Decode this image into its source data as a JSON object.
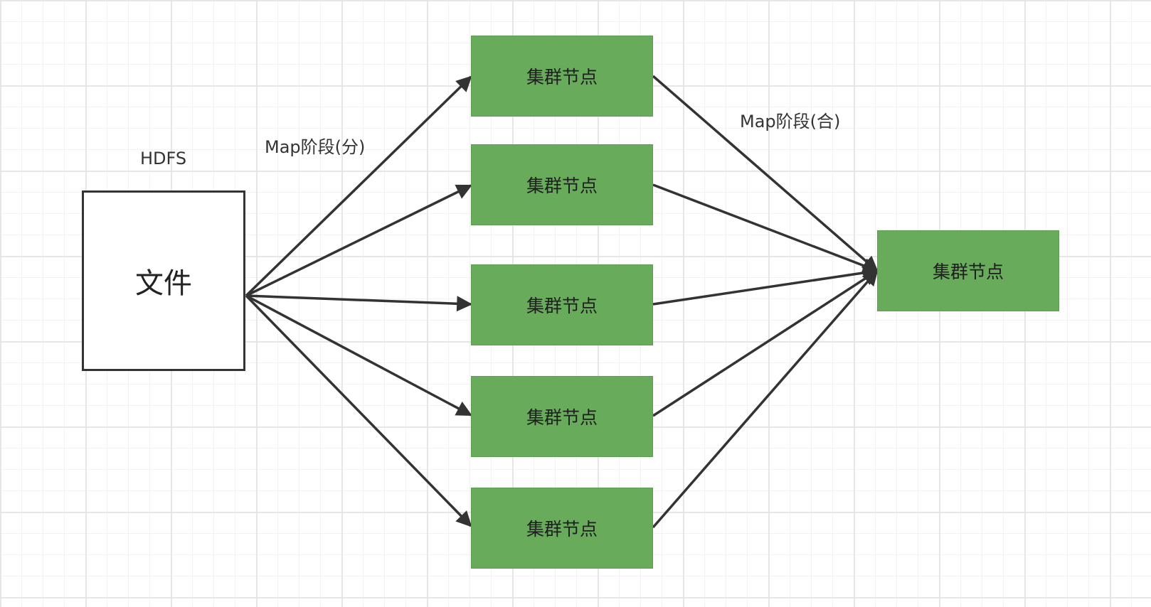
{
  "labels": {
    "hdfs": "HDFS",
    "map_split": "Map阶段(分)",
    "map_merge": "Map阶段(合)"
  },
  "file": {
    "label": "文件"
  },
  "nodes": [
    {
      "label": "集群节点"
    },
    {
      "label": "集群节点"
    },
    {
      "label": "集群节点"
    },
    {
      "label": "集群节点"
    },
    {
      "label": "集群节点"
    }
  ],
  "target_node": {
    "label": "集群节点"
  },
  "colors": {
    "node_fill": "#67ab5b",
    "edge": "#333333"
  },
  "icons": {
    "arrowhead": "arrowhead-icon"
  }
}
